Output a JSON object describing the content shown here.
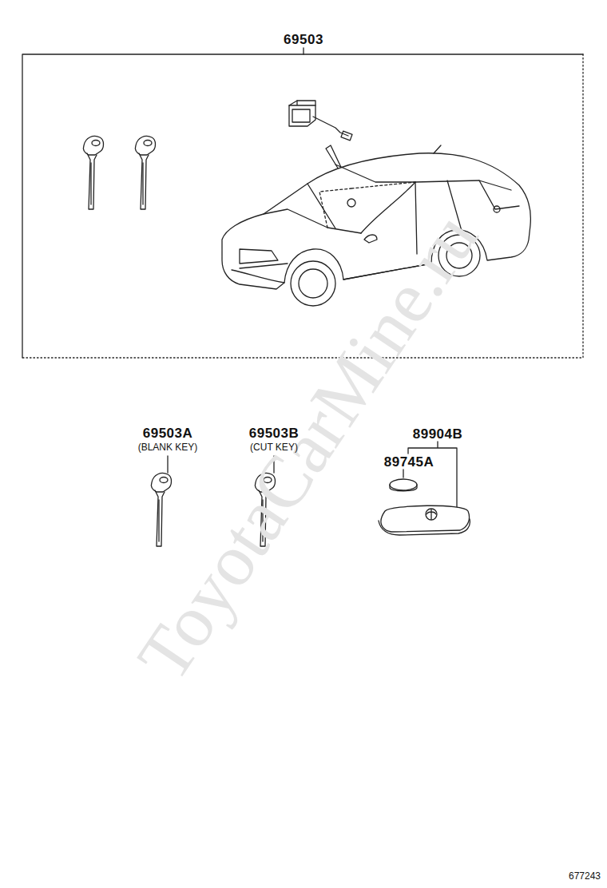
{
  "diagram": {
    "labels": [
      "69503",
      "69503A",
      "(BLANK KEY)",
      "69503B",
      "(CUT KEY)",
      "89904B",
      "89745A",
      "ToyotaCarMine.ru",
      "677243"
    ]
  }
}
